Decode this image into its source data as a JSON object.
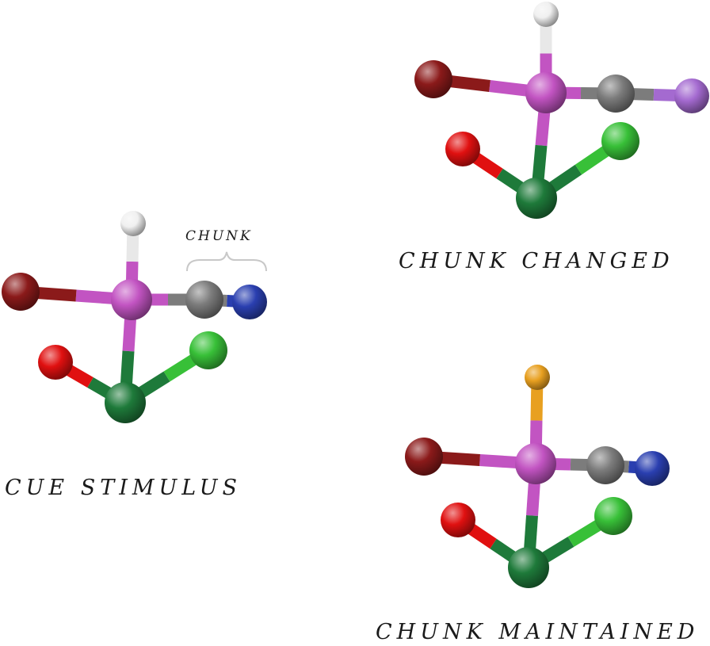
{
  "captions": {
    "cue_stimulus": "CUE STIMULUS",
    "chunk_changed": "CHUNK CHANGED",
    "chunk_maintained": "CHUNK MAINTAINED"
  },
  "chunk_label": "CHUNK",
  "atom_colors": {
    "white": "#f0f0f0",
    "magenta": "#c254c2",
    "dark_red": "#8b1a1a",
    "gray": "#7c7c7c",
    "blue": "#2a3fb0",
    "red": "#e01010",
    "light_green": "#38c038",
    "dark_green": "#1e7a3a",
    "lavender": "#a46ad0",
    "orange": "#e8a020"
  },
  "molecules": [
    {
      "name": "cue-stimulus",
      "top_atom": "white",
      "chunk_end_atom": "blue"
    },
    {
      "name": "chunk-changed",
      "top_atom": "white",
      "chunk_end_atom": "lavender"
    },
    {
      "name": "chunk-maintained",
      "top_atom": "orange",
      "chunk_end_atom": "blue"
    }
  ]
}
